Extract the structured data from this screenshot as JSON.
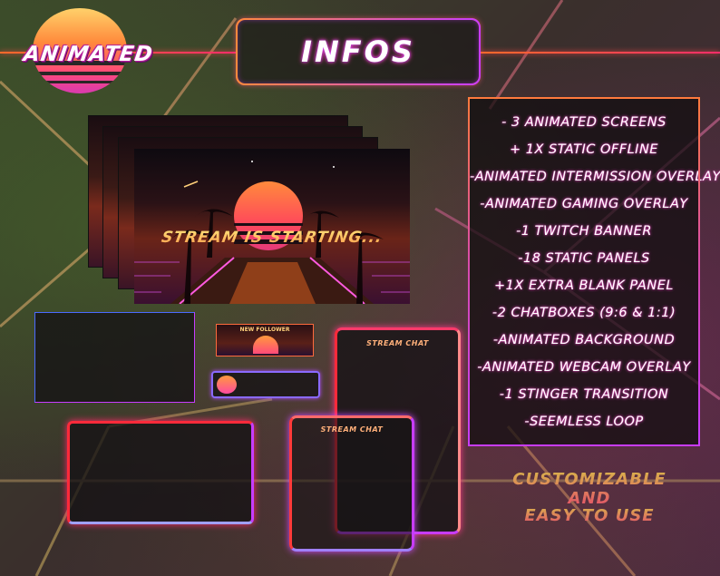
{
  "colors": {
    "accent_orange": "#ff7a3c",
    "accent_pink": "#ff3ca0",
    "accent_purple": "#c83cff",
    "accent_red": "#ff2a3a",
    "tagline_gold": "#d8b34a"
  },
  "logo": {
    "text": "ANIMATED"
  },
  "header": {
    "title": "INFOS"
  },
  "features": [
    "- 3 Animated Screens",
    "+ 1x Static Offline",
    "-Animated Intermission Overlay",
    "-Animated Gaming Overlay",
    "-1 Twitch Banner",
    "-18 Static Panels",
    "+1x Extra Blank Panel",
    "-2 Chatboxes (9:6 & 1:1)",
    "-Animated Background",
    "-Animated Webcam Overlay",
    "-1 Stinger Transition",
    "-Seemless Loop"
  ],
  "tagline": {
    "line1": "Customizable and",
    "line2": "easy to use"
  },
  "preview": {
    "screen_text": "STREAM IS STARTING...",
    "alert_text": "NEW FOLLOWER",
    "chat_title": "STREAM CHAT"
  }
}
